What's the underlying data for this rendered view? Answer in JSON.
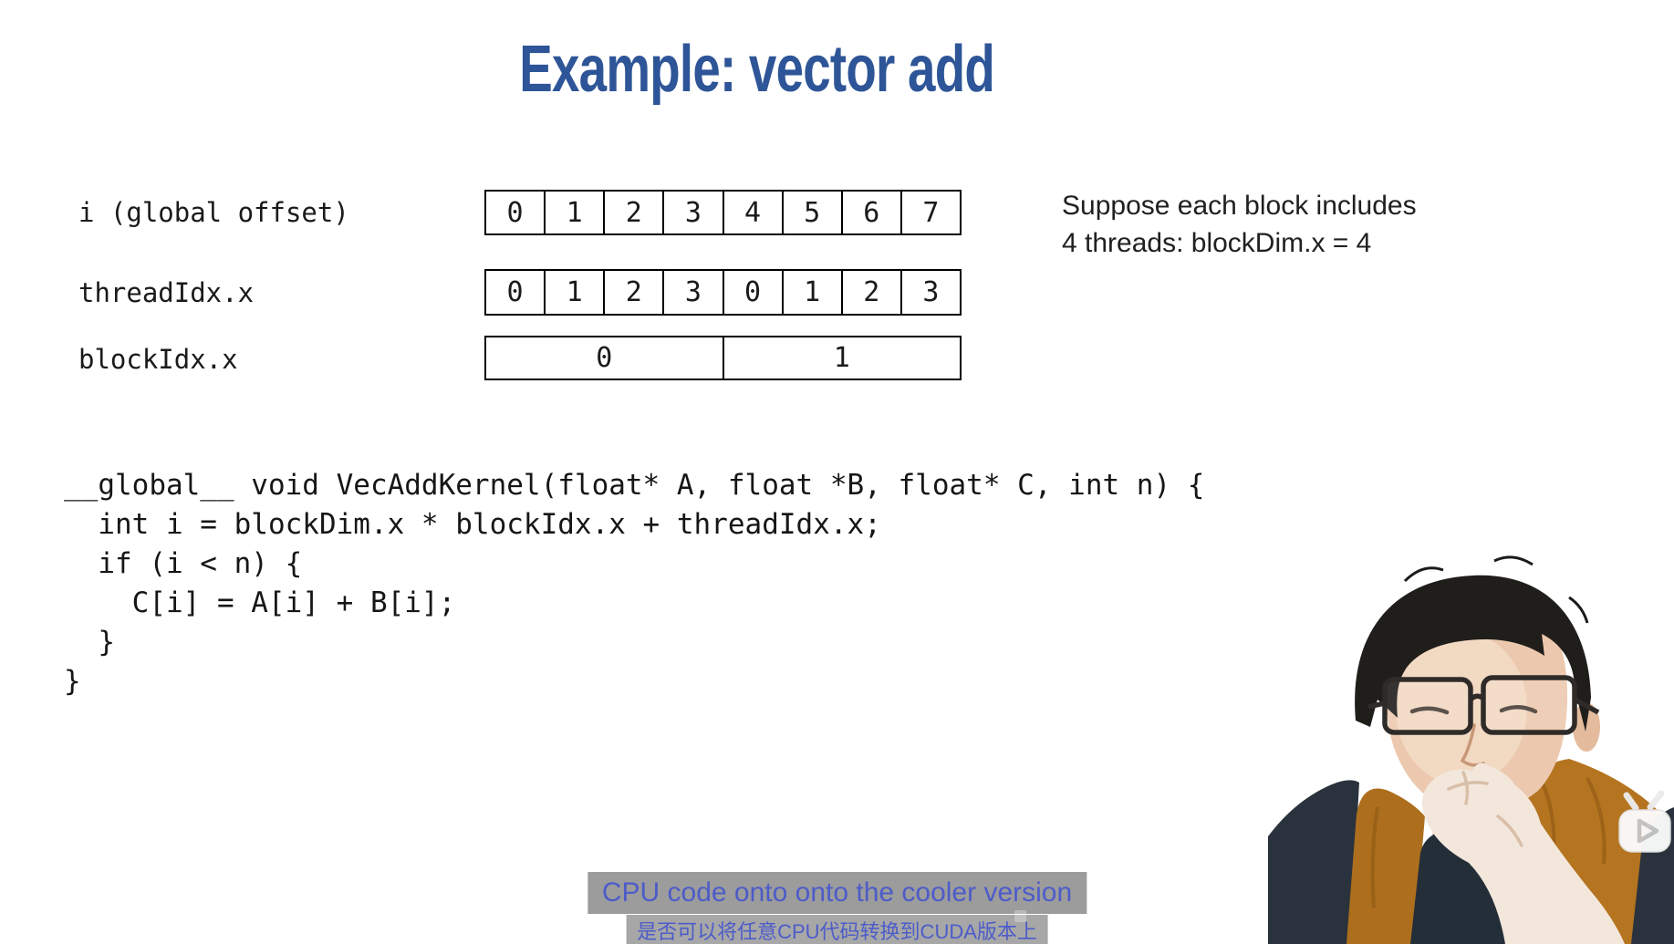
{
  "title": "Example: vector add",
  "diagram": {
    "rows": [
      {
        "label": "i (global offset)",
        "cells": [
          "0",
          "1",
          "2",
          "3",
          "4",
          "5",
          "6",
          "7"
        ]
      },
      {
        "label": "threadIdx.x",
        "cells": [
          "0",
          "1",
          "2",
          "3",
          "0",
          "1",
          "2",
          "3"
        ]
      },
      {
        "label": "blockIdx.x",
        "cells": [
          "0",
          "1"
        ]
      }
    ],
    "note": {
      "line1": "Suppose each block includes",
      "line2": "4 threads: blockDim.x = 4"
    }
  },
  "code": {
    "lines": [
      "__global__ void VecAddKernel(float* A, float *B, float* C, int n) {",
      "  int i = blockDim.x * blockIdx.x + threadIdx.x;",
      "  if (i < n) {",
      "    C[i] = A[i] + B[i];",
      "  }",
      "}"
    ]
  },
  "subtitles": {
    "english": "CPU code onto onto the cooler version",
    "chinese": "是否可以将任意CPU代码转换到CUDA版本上"
  },
  "overlay": {
    "player_icon": "tv-play-icon"
  },
  "colors": {
    "title": "#2e5597",
    "subtitle_text": "#4d5cc9",
    "subtitle_bg_en": "#9c9c9c",
    "subtitle_bg_zh": "#a7a7a7",
    "table_border": "#000000",
    "jacket": "#2a333d",
    "hood_lining": "#b5741f"
  }
}
